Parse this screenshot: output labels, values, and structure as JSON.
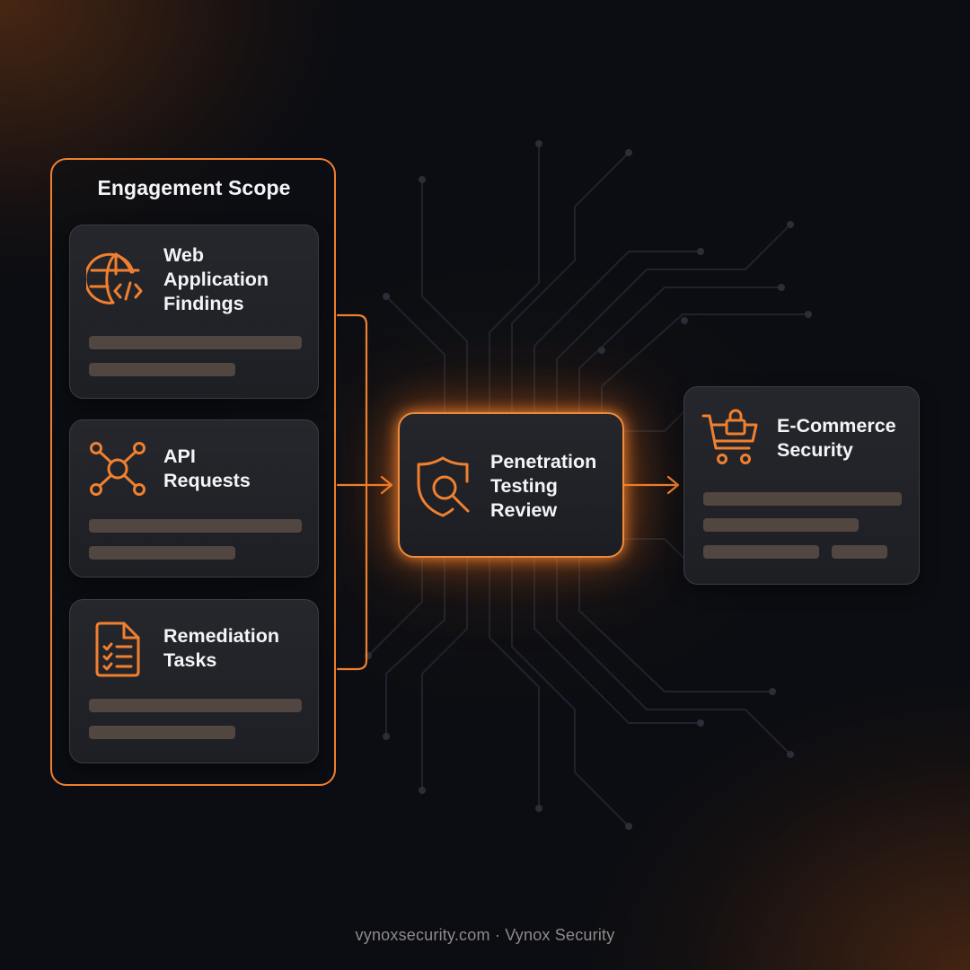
{
  "scope": {
    "title": "Engagement Scope",
    "items": [
      {
        "label_lines": [
          "Web",
          "Application",
          "Findings"
        ],
        "icon": "globe-code-icon"
      },
      {
        "label_lines": [
          "API",
          "Requests"
        ],
        "icon": "network-nodes-icon"
      },
      {
        "label_lines": [
          "Remediation",
          "Tasks"
        ],
        "icon": "checklist-icon"
      }
    ]
  },
  "center": {
    "label_lines": [
      "Penetration",
      "Testing",
      "Review"
    ],
    "icon": "shield-search-icon"
  },
  "output": {
    "label_lines": [
      "E-Commerce",
      "Security"
    ],
    "icon": "cart-lock-icon"
  },
  "footer": "vynoxsecurity.com · Vynox Security",
  "colors": {
    "accent": "#f0802f",
    "background": "#0b0d12",
    "card": "#23252a",
    "placeholder_bar": "#514640"
  }
}
